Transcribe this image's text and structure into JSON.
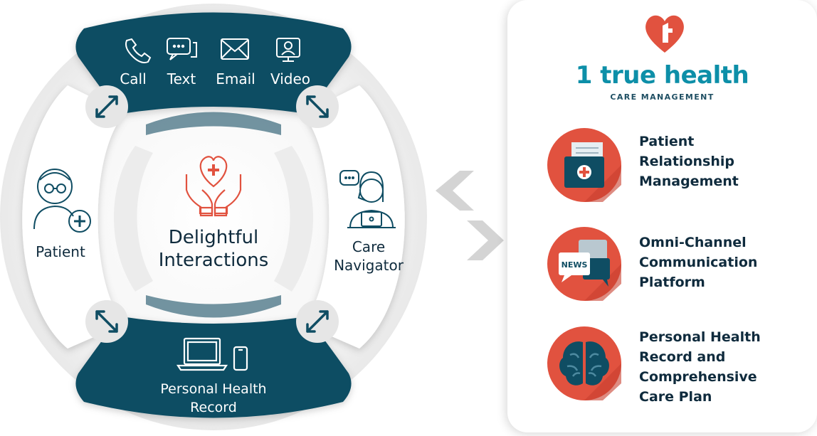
{
  "left_diagram": {
    "channels": [
      "Call",
      "Text",
      "Email",
      "Video"
    ],
    "center_label_line1": "Delightful",
    "center_label_line2": "Interactions",
    "left_node": "Patient",
    "right_node_line1": "Care",
    "right_node_line2": "Navigator",
    "bottom_label_line1": "Personal Health",
    "bottom_label_line2": "Record"
  },
  "brand": {
    "name": "1 true health",
    "tagline": "CARE MANAGEMENT"
  },
  "features": [
    {
      "label": "Patient\nRelationship\nManagement",
      "icon": "medical-folder-icon"
    },
    {
      "label": "Omni-Channel\nCommunication\nPlatform",
      "icon": "news-chat-icon"
    },
    {
      "label": "Personal Health\nRecord and\nComprehensive\nCare Plan",
      "icon": "brain-icon"
    }
  ],
  "colors": {
    "dark_teal": "#0f4d63",
    "accent_red": "#e1523f",
    "brand_teal": "#0d8fa8",
    "text_dark": "#0f2b3d",
    "light_grey": "#efefef"
  },
  "icons": [
    "phone-icon",
    "chat-icon",
    "envelope-icon",
    "video-icon",
    "patient-icon",
    "heart-hands-icon",
    "care-navigator-icon",
    "laptop-icon",
    "phone-device-icon",
    "heart-logo-icon",
    "chevron-double-icon",
    "resize-arrow-icon"
  ]
}
